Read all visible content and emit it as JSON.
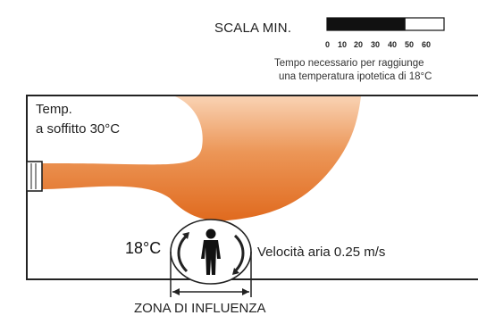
{
  "scale": {
    "title": "SCALA MIN.",
    "ticks": [
      "0",
      "10",
      "20",
      "30",
      "40",
      "50",
      "60"
    ],
    "filled_until_minutes": 40,
    "max_minutes": 60,
    "note_line1": "Tempo necessario per raggiunge",
    "note_line2": "una temperatura ipotetica di 18°C"
  },
  "room": {
    "ceiling_temp_line1": "Temp.",
    "ceiling_temp_line2": "a soffitto 30°C",
    "person_temp": "18°C",
    "air_speed": "Velocità aria 0.25 m/s",
    "zone_label": "ZONA DI INFLUENZA"
  },
  "colors": {
    "plume_dark": "#e06a1e",
    "plume_light": "#f7c9a4",
    "outline": "#222222",
    "scale_fill": "#111111"
  }
}
